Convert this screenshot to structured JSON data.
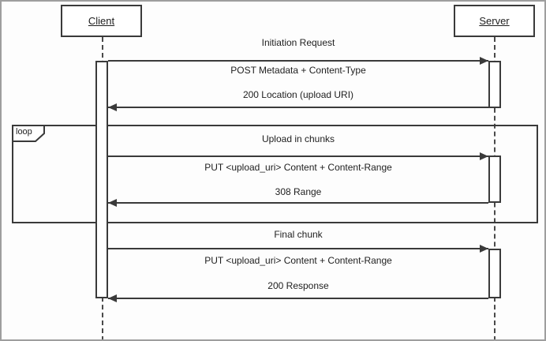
{
  "diagram": {
    "type": "UML sequence diagram",
    "actors": [
      {
        "name": "Client"
      },
      {
        "name": "Server"
      }
    ],
    "loop_fragment": {
      "label": "loop"
    },
    "interactions": [
      {
        "header": "Initiation Request",
        "request": {
          "label": "POST Metadata + Content-Type",
          "from": "Client",
          "to": "Server"
        },
        "response": {
          "label": "200 Location (upload URI)",
          "from": "Server",
          "to": "Client"
        },
        "in_loop": false
      },
      {
        "header": "Upload in chunks",
        "request": {
          "label": "PUT <upload_uri> Content + Content-Range",
          "from": "Client",
          "to": "Server"
        },
        "response": {
          "label": "308 Range",
          "from": "Server",
          "to": "Client"
        },
        "in_loop": true
      },
      {
        "header": "Final chunk",
        "request": {
          "label": "PUT <upload_uri> Content + Content-Range",
          "from": "Client",
          "to": "Server"
        },
        "response": {
          "label": "200 Response",
          "from": "Server",
          "to": "Client"
        },
        "in_loop": false
      }
    ],
    "colors": {
      "line": "#3a3a3a",
      "text": "#1e1e1e",
      "background": "#fdfdfd",
      "frame_border": "#9e9e9e"
    }
  }
}
